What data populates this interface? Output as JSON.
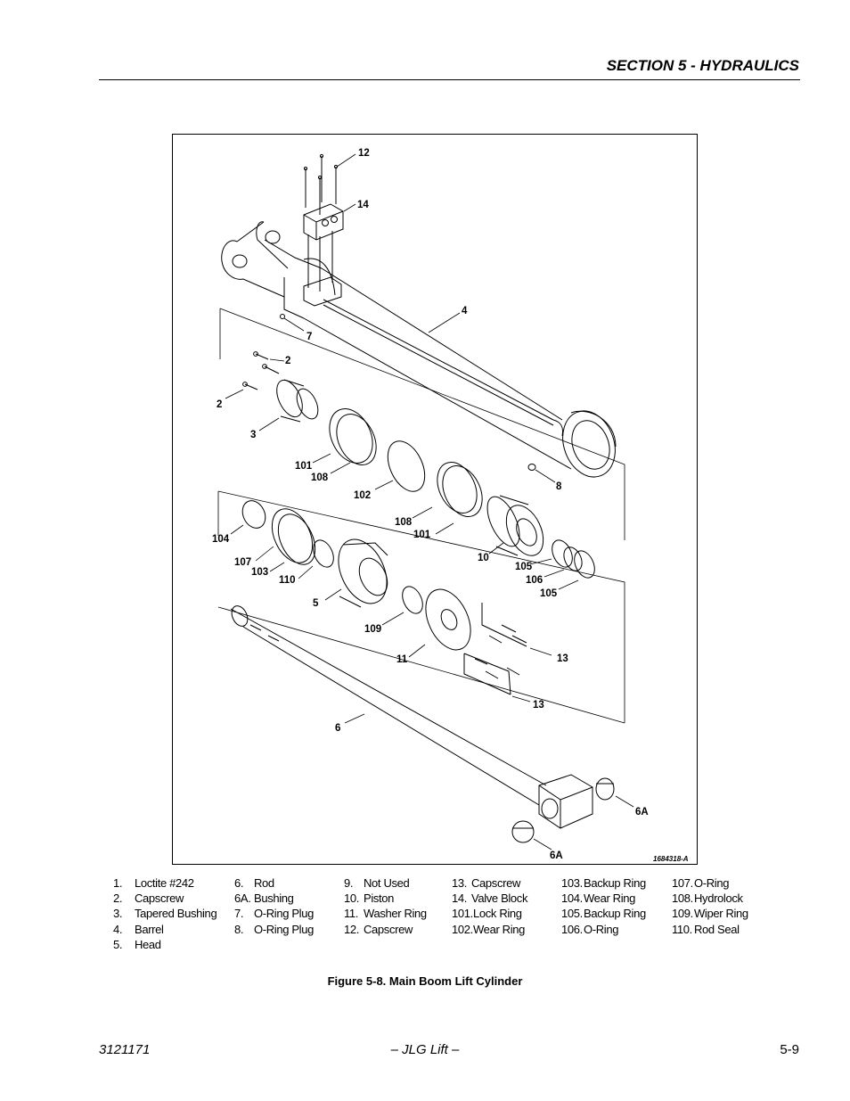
{
  "header": {
    "section_title": "SECTION 5 - HYDRAULICS"
  },
  "figure": {
    "drawing_id": "1684318-A",
    "callouts": [
      "12",
      "14",
      "4",
      "7",
      "2",
      "2",
      "3",
      "101",
      "108",
      "8",
      "102",
      "108",
      "101",
      "104",
      "107",
      "103",
      "110",
      "10",
      "105",
      "106",
      "105",
      "5",
      "109",
      "11",
      "13",
      "13",
      "6",
      "6A",
      "6A"
    ]
  },
  "legend": {
    "columns": [
      [
        {
          "num": "1.",
          "label": "Loctite #242"
        },
        {
          "num": "2.",
          "label": "Capscrew"
        },
        {
          "num": "3.",
          "label": "Tapered Bushing"
        },
        {
          "num": "4.",
          "label": "Barrel"
        },
        {
          "num": "5.",
          "label": "Head"
        }
      ],
      [
        {
          "num": "6.",
          "label": "Rod"
        },
        {
          "num": "6A.",
          "label": "Bushing"
        },
        {
          "num": "7.",
          "label": "O-Ring Plug"
        },
        {
          "num": "8.",
          "label": "O-Ring Plug"
        }
      ],
      [
        {
          "num": "9.",
          "label": "Not Used"
        },
        {
          "num": "10.",
          "label": "Piston"
        },
        {
          "num": "11.",
          "label": "Washer Ring"
        },
        {
          "num": "12.",
          "label": "Capscrew"
        }
      ],
      [
        {
          "num": "13.",
          "label": "Capscrew"
        },
        {
          "num": "14.",
          "label": "Valve Block"
        },
        {
          "num": "101.",
          "label": "Lock Ring"
        },
        {
          "num": "102.",
          "label": "Wear Ring"
        }
      ],
      [
        {
          "num": "103.",
          "label": "Backup Ring"
        },
        {
          "num": "104.",
          "label": "Wear Ring"
        },
        {
          "num": "105.",
          "label": "Backup Ring"
        },
        {
          "num": "106.",
          "label": "O-Ring"
        }
      ],
      [
        {
          "num": "107.",
          "label": "O-Ring"
        },
        {
          "num": "108.",
          "label": "Hydrolock"
        },
        {
          "num": "109.",
          "label": "Wiper Ring"
        },
        {
          "num": "110.",
          "label": "Rod Seal"
        }
      ]
    ]
  },
  "caption": "Figure 5-8.  Main Boom Lift Cylinder",
  "footer": {
    "doc_number": "3121171",
    "center": "– JLG Lift –",
    "page": "5-9"
  }
}
